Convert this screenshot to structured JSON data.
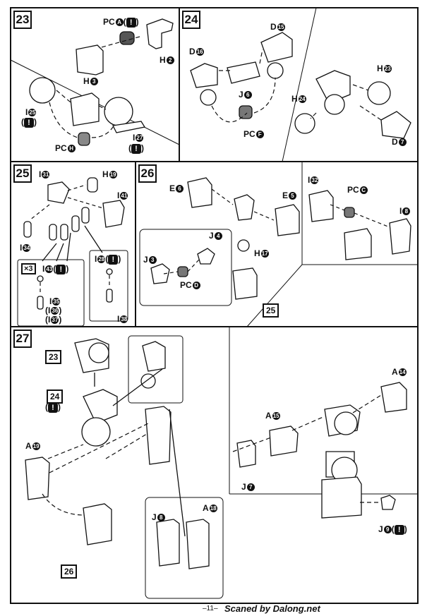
{
  "steps": [
    "23",
    "24",
    "25",
    "26",
    "27"
  ],
  "caution_glyph": "!",
  "step23": {
    "pc_a": "PC",
    "pc_a_id": "A",
    "h2": "H",
    "h2_id": "2",
    "h3": "H",
    "h3_id": "3",
    "i25": "I",
    "i25_id": "25",
    "pc_h": "PC",
    "pc_h_id": "H",
    "i27": "I",
    "i27_id": "27"
  },
  "step24": {
    "d15": "D",
    "d15_id": "15",
    "d16": "D",
    "d16_id": "16",
    "j6": "J",
    "j6_id": "6",
    "pc_f": "PC",
    "pc_f_id": "F",
    "h23": "H",
    "h23_id": "23",
    "h24": "H",
    "h24_id": "24",
    "d7": "D",
    "d7_id": "7"
  },
  "step25": {
    "i31": "I",
    "i31_id": "31",
    "h19": "H",
    "h19_id": "19",
    "i41": "I",
    "i41_id": "41",
    "i34": "I",
    "i34_id": "34",
    "x3": "×3",
    "i43": "I",
    "i43_id": "43",
    "i35": "I",
    "i35_id": "35",
    "i36": "I",
    "i36_id": "36",
    "i37": "I",
    "i37_id": "37",
    "i28": "I",
    "i28_id": "28",
    "i38": "I",
    "i38_id": "38"
  },
  "step26": {
    "e6": "E",
    "e6_id": "6",
    "e5": "E",
    "e5_id": "5",
    "j4": "J",
    "j4_id": "4",
    "j3": "J",
    "j3_id": "3",
    "pc_d": "PC",
    "pc_d_id": "D",
    "h17": "H",
    "h17_id": "17",
    "ref25": "25",
    "i32": "I",
    "i32_id": "32",
    "pc_c": "PC",
    "pc_c_id": "C",
    "i8": "I",
    "i8_id": "8"
  },
  "step27": {
    "ref23": "23",
    "ref24": "24",
    "a19": "A",
    "a19_id": "19",
    "ref26": "26",
    "a18": "A",
    "a18_id": "18",
    "j8": "J",
    "j8_id": "8",
    "a14": "A",
    "a14_id": "14",
    "a15": "A",
    "a15_id": "15",
    "j7": "J",
    "j7_id": "7",
    "j9": "J",
    "j9_id": "9"
  },
  "footer": {
    "page_number": "–11–",
    "scan_credit": "Scaned by Dalong.net"
  }
}
